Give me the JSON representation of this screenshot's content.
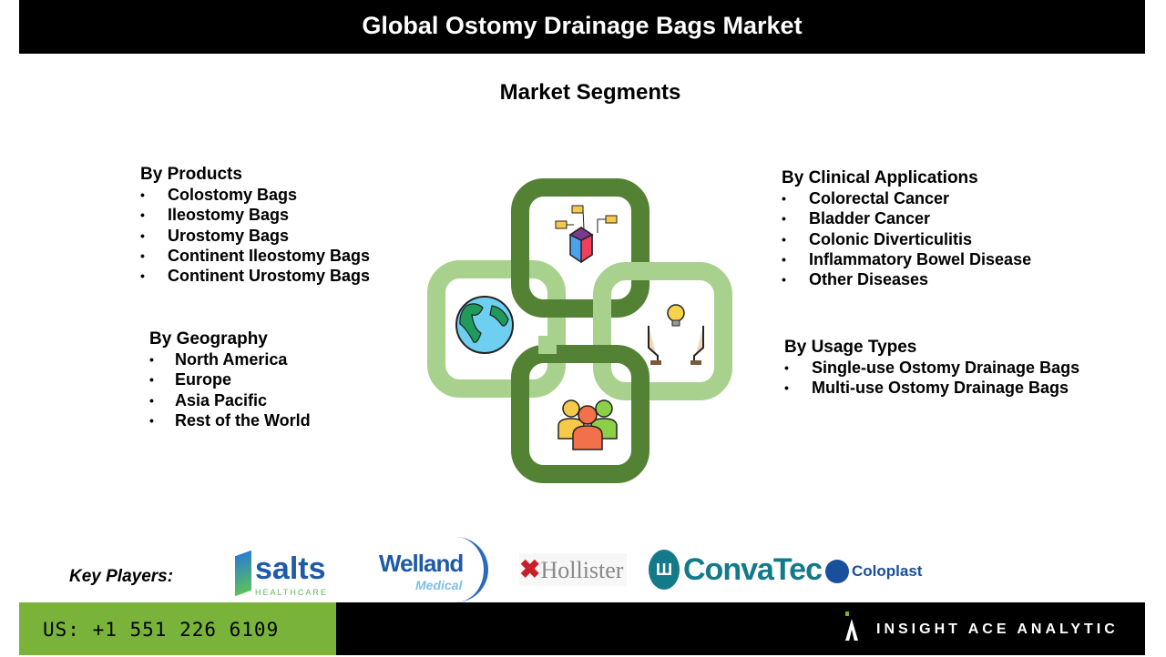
{
  "title": "Global Ostomy Drainage Bags Market",
  "subtitle": "Market Segments",
  "segments": {
    "products": {
      "heading": "By Products",
      "items": [
        "Colostomy Bags",
        "Ileostomy Bags",
        "Urostomy Bags",
        "Continent Ileostomy Bags",
        "Continent Urostomy Bags"
      ]
    },
    "geography": {
      "heading": "By Geography",
      "items": [
        "North America",
        "Europe",
        "Asia Pacific",
        "Rest of the World"
      ]
    },
    "clinical": {
      "heading": "By Clinical Applications",
      "items": [
        "Colorectal Cancer",
        "Bladder Cancer",
        "Colonic Diverticulitis",
        "Inflammatory Bowel Disease",
        "Other Diseases"
      ]
    },
    "usage": {
      "heading": "By Usage Types",
      "items": [
        "Single-use Ostomy Drainage Bags",
        "Multi-use Ostomy Drainage Bags"
      ]
    }
  },
  "key_players": {
    "label": "Key Players:",
    "logos": [
      {
        "name": "salts",
        "sub": "HEALTHCARE"
      },
      {
        "name": "Welland",
        "sub": "Medical"
      },
      {
        "name": "Hollister"
      },
      {
        "name": "ConvaTec"
      },
      {
        "name": "Coloplast"
      }
    ]
  },
  "footer": {
    "phone": "US: +1 551 226 6109",
    "brand": "INSIGHT ACE ANALYTIC"
  },
  "colors": {
    "dark_green": "#548235",
    "light_green": "#a9d18e",
    "footer_green": "#7ab33a"
  }
}
